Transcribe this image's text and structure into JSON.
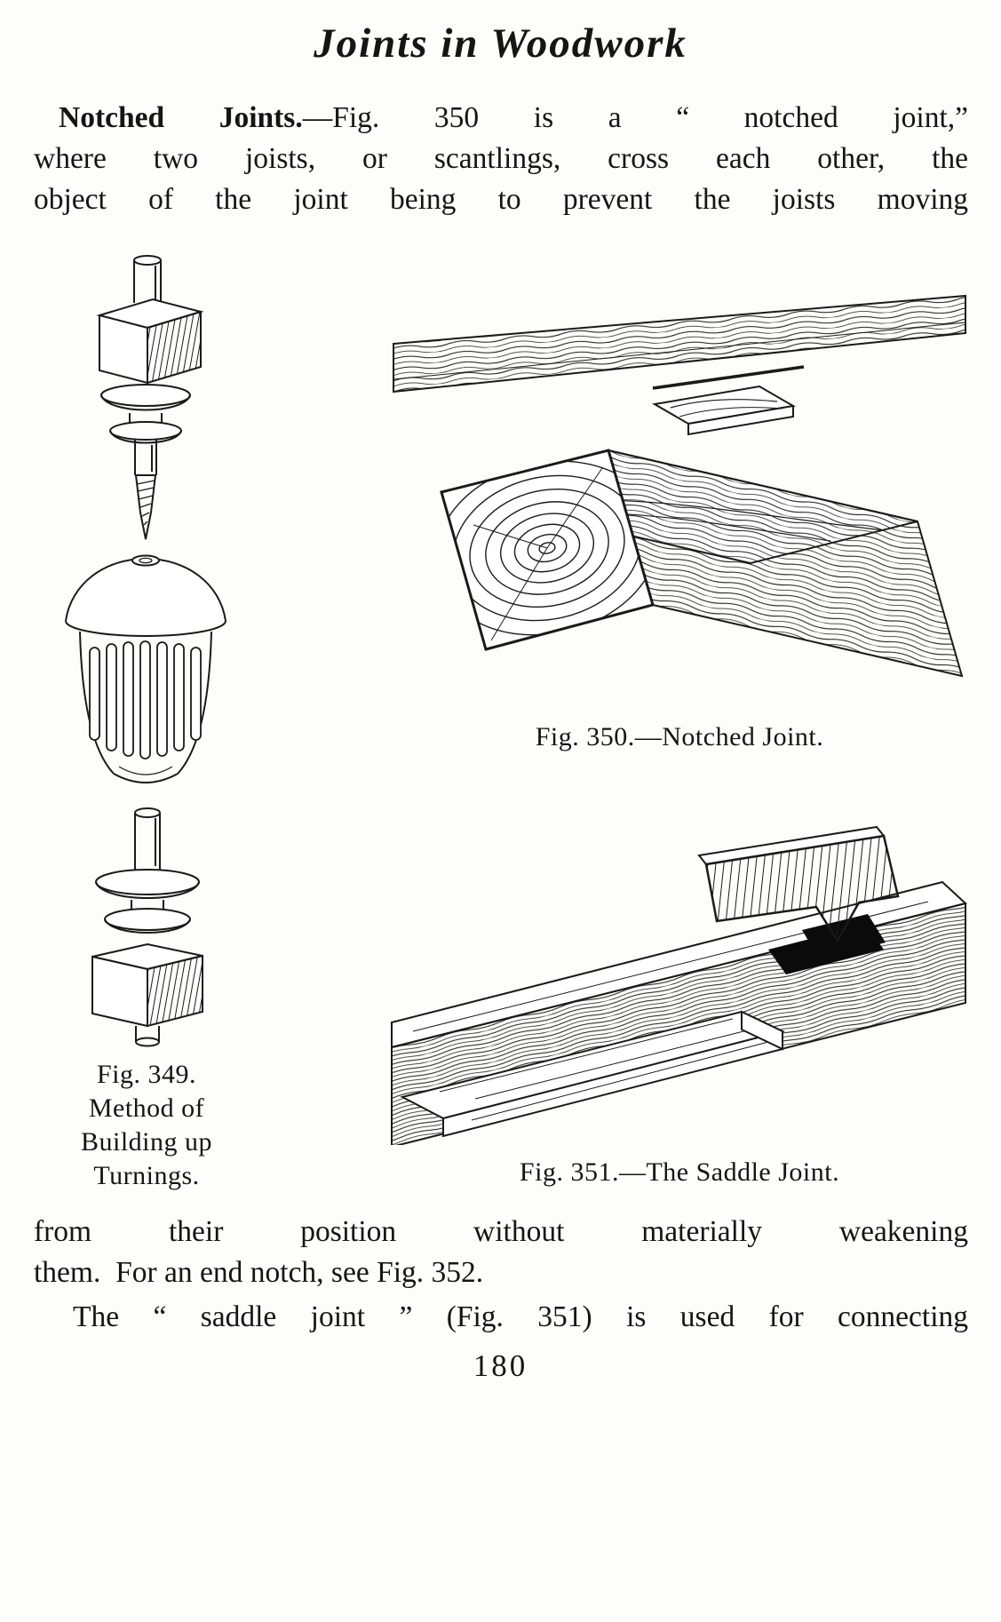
{
  "page": {
    "title": "Joints in Woodwork",
    "page_number": "180"
  },
  "body": {
    "p1": {
      "lead": "Notched Joints.",
      "line1_rest": "—Fig. 350 is a “ notched joint,”",
      "line2": "where two joists, or scantlings, cross each other, the",
      "line3": "object of the joint being to prevent the joists moving"
    },
    "p2": {
      "line1": "from their position without materially weakening",
      "line2": "them.  For an end notch, see Fig. 352."
    },
    "p3": "The “ saddle joint ” (Fig. 351) is used for connecting"
  },
  "figures": {
    "fig349": {
      "caption_lines": [
        "Fig. 349.",
        "Method of",
        "Building up",
        "Turnings."
      ]
    },
    "fig350": {
      "caption": "Fig. 350.—Notched Joint."
    },
    "fig351": {
      "caption": "Fig. 351.—The Saddle Joint."
    }
  }
}
